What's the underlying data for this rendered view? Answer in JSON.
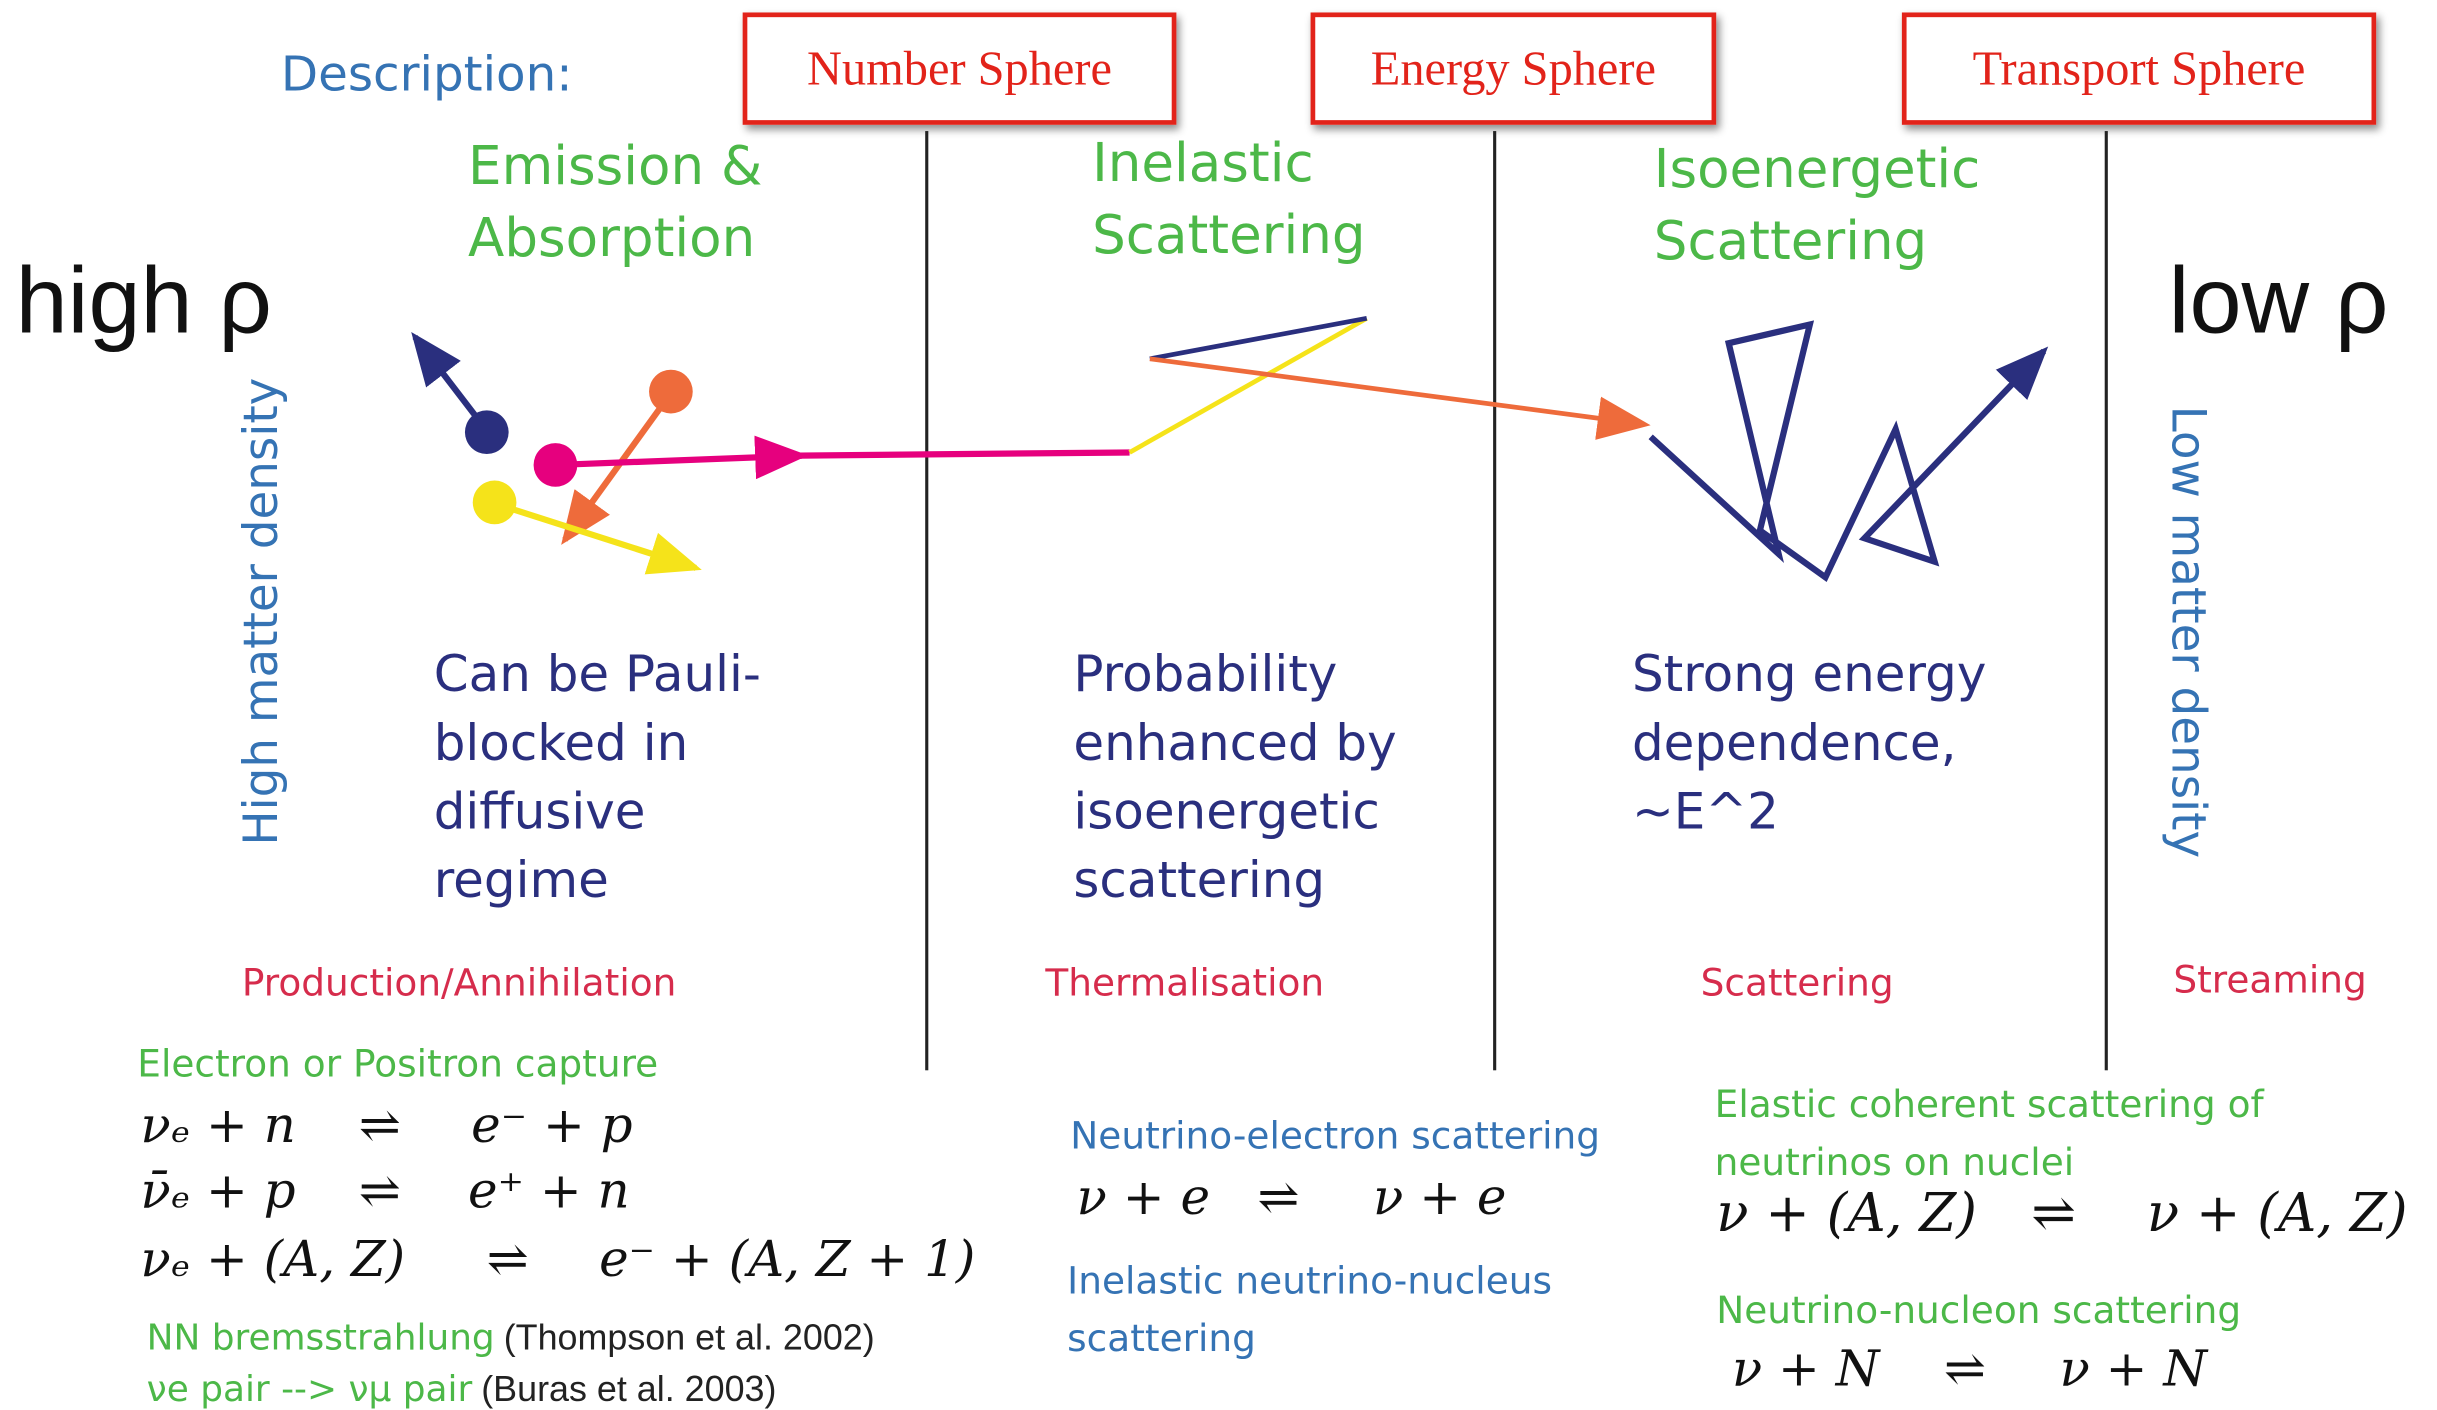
{
  "description_label": "Description:",
  "spheres": [
    "Number Sphere",
    "Energy Sphere",
    "Transport Sphere"
  ],
  "high_rho": "high ρ",
  "low_rho": "low ρ",
  "high_density": "High matter density",
  "low_density": "Low matter density",
  "columns": [
    {
      "process": "Emission &\nAbsorption",
      "note": "Can be Pauli-\nblocked in\ndiffusive\nregime",
      "regime": "Production/Annihilation"
    },
    {
      "process": "Inelastic\nScattering",
      "note": "Probability\nenhanced by\nisoenergetic\nscattering",
      "regime": "Thermalisation"
    },
    {
      "process": "Isoenergetic\nScattering",
      "note": "Strong energy\ndependence,\n~E^2",
      "regime": "Scattering"
    },
    {
      "regime": "Streaming"
    }
  ],
  "reactions": {
    "capture_title": "Electron or Positron capture",
    "capture_eqs": [
      {
        "lhs": "νₑ + n",
        "rhs": "e⁻ + p"
      },
      {
        "lhs": "ν̄ₑ + p",
        "rhs": "e⁺ + n"
      },
      {
        "lhs": "νₑ + (A, Z)",
        "rhs": "e⁻ + (A, Z + 1)"
      }
    ],
    "brems_label": "NN bremsstrahlung",
    "brems_ref": "(Thompson et al. 2002)",
    "pair_label": "νe pair --> νμ pair",
    "pair_ref": "(Buras et al. 2003)",
    "nu_e_title": "Neutrino-electron scattering",
    "nu_e_eq": {
      "lhs": "ν + e",
      "rhs": "ν + e"
    },
    "inelastic_title": "Inelastic neutrino-nucleus\nscattering",
    "coherent_title": "Elastic coherent scattering of\nneutrinos on nuclei",
    "coherent_eq": {
      "lhs": "ν + (A, Z)",
      "rhs": "ν + (A, Z)"
    },
    "nucleon_title": "Neutrino-nucleon scattering",
    "nucleon_eq": {
      "lhs": "ν + N",
      "rhs": "ν + N"
    },
    "arrow": "⇌"
  },
  "colors": {
    "sphere_red": "#e2231a",
    "green": "#4cb848",
    "navy": "#2a2f7e",
    "blue": "#3573b4",
    "red": "#d62c4c",
    "magenta": "#e6007e",
    "orange": "#ee6b3b",
    "yellow": "#f5e31a"
  }
}
